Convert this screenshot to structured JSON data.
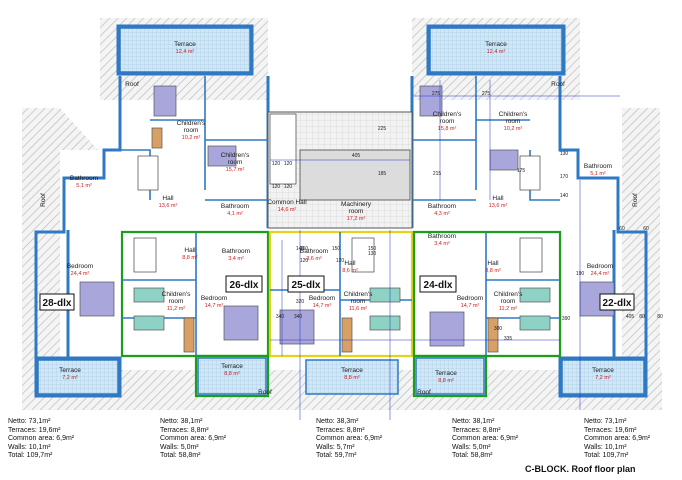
{
  "title": "C-BLOCK. Roof floor plan",
  "units": [
    {
      "id": "28-dlx",
      "label": "28-dlx"
    },
    {
      "id": "26-dlx",
      "label": "26-dlx"
    },
    {
      "id": "25-dlx",
      "label": "25-dlx"
    },
    {
      "id": "24-dlx",
      "label": "24-dlx"
    },
    {
      "id": "22-dlx",
      "label": "22-dlx"
    }
  ],
  "rooms": {
    "terrace_top_left": {
      "name": "Terrace",
      "area": "12,4 m²"
    },
    "terrace_top_right": {
      "name": "Terrace",
      "area": "12,4 m²"
    },
    "children_tl1": {
      "name": "Children's room",
      "area": "10,2 m²"
    },
    "children_tl2": {
      "name": "Children's room",
      "area": "15,7 m²"
    },
    "children_tr1": {
      "name": "Children's room",
      "area": "15,8 m²"
    },
    "children_tr2": {
      "name": "Children's room",
      "area": "10,2 m²"
    },
    "bath_l": {
      "name": "Bathroom",
      "area": "5,1 m²"
    },
    "bath_r": {
      "name": "Bathroom",
      "area": "5,1 m²"
    },
    "hall_l": {
      "name": "Hall",
      "area": "13,6 m²"
    },
    "hall_r": {
      "name": "Hall",
      "area": "13,6 m²"
    },
    "bath_l2": {
      "name": "Bathroom",
      "area": "4,1 m²"
    },
    "bath_r2": {
      "name": "Bathroom",
      "area": "4,3 m²"
    },
    "common_hall": {
      "name": "Common Hall",
      "area": "14,6 m²"
    },
    "machinery": {
      "name": "Machinery room",
      "area": "17,2 m²"
    },
    "bedroom_28": {
      "name": "Bedroom",
      "area": "24,4 m²"
    },
    "bedroom_22": {
      "name": "Bedroom",
      "area": "24,4 m²"
    },
    "hall_26": {
      "name": "Hall",
      "area": "8,8 m²"
    },
    "hall_25": {
      "name": "Hall",
      "area": "8,6 m²"
    },
    "hall_24": {
      "name": "Hall",
      "area": "8,8 m²"
    },
    "bath_26": {
      "name": "Bathroom",
      "area": "3,4 m²"
    },
    "bath_25": {
      "name": "Bathroom",
      "area": "3,6 m²"
    },
    "bath_24": {
      "name": "Bathroom",
      "area": "3,4 m²"
    },
    "children_26": {
      "name": "Children's room",
      "area": "11,2 m²"
    },
    "bedroom_26": {
      "name": "Bedroom",
      "area": "14,7 m²"
    },
    "bedroom_25": {
      "name": "Bedroom",
      "area": "14,7 m²"
    },
    "children_25": {
      "name": "Children's room",
      "area": "11,6 m²"
    },
    "bedroom_24": {
      "name": "Bedroom",
      "area": "14,7 m²"
    },
    "children_24": {
      "name": "Children's room",
      "area": "11,2 m²"
    },
    "terrace_28": {
      "name": "Terrace",
      "area": "7,2 m²"
    },
    "terrace_26": {
      "name": "Terrace",
      "area": "8,8 m²"
    },
    "terrace_25": {
      "name": "Terrace",
      "area": "8,8 m²"
    },
    "terrace_24": {
      "name": "Terrace",
      "area": "8,8 m²"
    },
    "terrace_22": {
      "name": "Terrace",
      "area": "7,2 m²"
    }
  },
  "roof_labels": [
    "Roof",
    "Roof",
    "Roof",
    "Roof",
    "Roof",
    "Roof"
  ],
  "dimensions": [
    "405",
    "275",
    "120",
    "120",
    "120",
    "120",
    "320",
    "130",
    "145",
    "150",
    "150",
    "150",
    "120",
    "120",
    "340",
    "340",
    "300",
    "335",
    "390",
    "405",
    "60",
    "60",
    "80",
    "80",
    "275",
    "225",
    "185",
    "215",
    "175",
    "130",
    "170",
    "140",
    "190"
  ],
  "stats": [
    {
      "netto": "Netto: 73,1m²",
      "terraces": "Terraces: 19,6m²",
      "common": "Common area: 6,9m²",
      "walls": "Walls: 10,1m²",
      "total": "Total: 109,7m²"
    },
    {
      "netto": "Netto: 38,1m²",
      "terraces": "Terraces: 8,8m²",
      "common": "Common area: 6,9m²",
      "walls": "Walls: 5,0m²",
      "total": "Total: 58,8m²"
    },
    {
      "netto": "Netto: 38,3m²",
      "terraces": "Terraces: 8,8m²",
      "common": "Common area: 6,9m²",
      "walls": "Walls: 5,7m²",
      "total": "Total: 59,7m²"
    },
    {
      "netto": "Netto: 38,1m²",
      "terraces": "Terraces: 8,8m²",
      "common": "Common area: 6,9m²",
      "walls": "Walls: 5,0m²",
      "total": "Total: 58,8m²"
    },
    {
      "netto": "Netto: 73,1m²",
      "terraces": "Terraces: 19,6m²",
      "common": "Common area: 6,9m²",
      "walls": "Walls: 10,1m²",
      "total": "Total: 109,7m²"
    }
  ],
  "colors": {
    "wall": "#2f78c4",
    "unit_green": "#1b9e1b",
    "unit_yellow": "#e6d21a",
    "terrace_fill": "#cfe7f7",
    "bed_fill": "#a9a6dc",
    "pillow_fill": "#8ed2c6",
    "roof_hatch": "#bdbdbd",
    "dim_line": "#2233cc",
    "wood": "#d9a066"
  }
}
